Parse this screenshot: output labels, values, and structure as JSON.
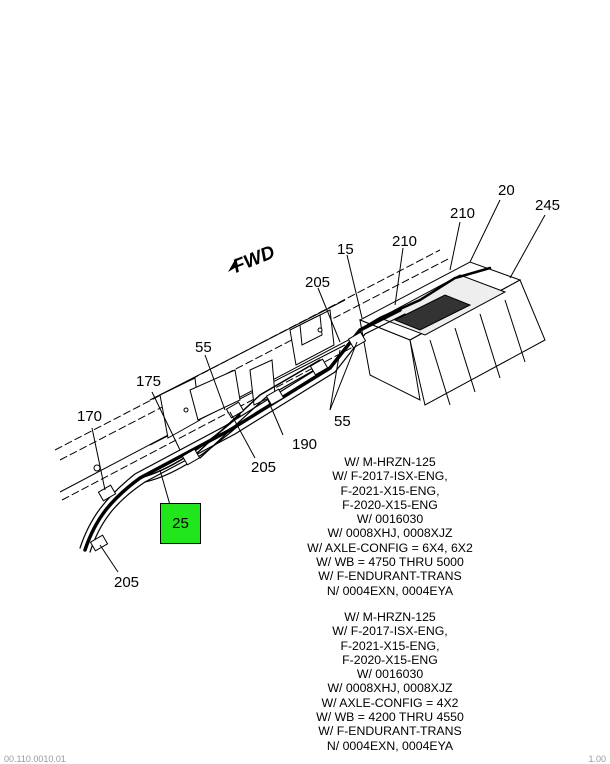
{
  "direction_label": "FWD",
  "callouts": {
    "c20": "20",
    "c245": "245",
    "c210a": "210",
    "c210b": "210",
    "c15": "15",
    "c205a": "205",
    "c55a": "55",
    "c175": "175",
    "c170": "170",
    "c190": "190",
    "c205b": "205",
    "c55b": "55",
    "c205c": "205",
    "c25": "25"
  },
  "notes_a": [
    "W/ M-HRZN-125",
    "W/ F-2017-ISX-ENG,",
    "F-2021-X15-ENG,",
    "F-2020-X15-ENG",
    "W/ 0016030",
    "W/ 0008XHJ, 0008XJZ",
    "W/ AXLE-CONFIG = 6X4, 6X2",
    "W/ WB = 4750 THRU 5000",
    "W/ F-ENDURANT-TRANS",
    "N/ 0004EXN, 0004EYA"
  ],
  "notes_b": [
    "W/ M-HRZN-125",
    "W/ F-2017-ISX-ENG,",
    "F-2021-X15-ENG,",
    "F-2020-X15-ENG",
    "W/ 0016030",
    "W/ 0008XHJ, 0008XJZ",
    "W/ AXLE-CONFIG = 4X2",
    "W/ WB = 4200 THRU 4550",
    "W/ F-ENDURANT-TRANS",
    "N/ 0004EXN, 0004EYA"
  ],
  "footer": {
    "left": "00.110.0010.01",
    "right": "1.00"
  },
  "colors": {
    "highlight": "#22e61c"
  }
}
